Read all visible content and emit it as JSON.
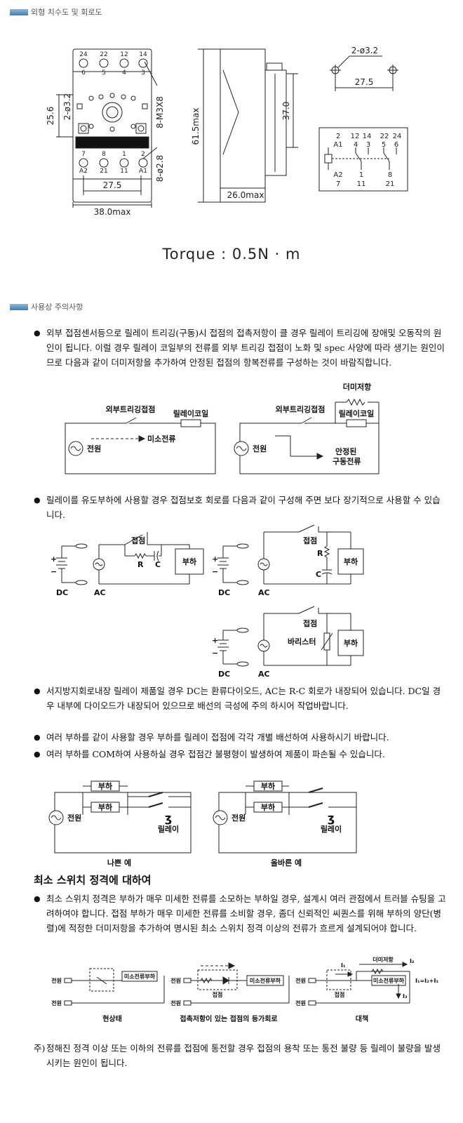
{
  "sections": {
    "dimension_title": "외형 치수도 및 회로도",
    "caution_title": "사용상 주의사항"
  },
  "dimensions": {
    "top_pins": [
      "24",
      "22",
      "12",
      "14"
    ],
    "top_pin_nums": [
      "6",
      "5",
      "4",
      "3"
    ],
    "bottom_pins": [
      "A2",
      "21",
      "11",
      "A1"
    ],
    "bottom_pin_nums": [
      "7",
      "8",
      "1",
      "2"
    ],
    "screw_label": "8-M3X8",
    "hole_label": "8-ø2.8",
    "left_hole": "2-ø3.2",
    "height_small": "25.6",
    "pitch": "27.5",
    "width_max": "38.0max",
    "height_max": "61.5max",
    "depth_max": "26.0max",
    "side_height": "37.0",
    "mount_holes": "2-ø3.2",
    "mount_pitch": "27.5"
  },
  "schematic": {
    "top_labels": [
      "2",
      "12",
      "14",
      "22",
      "24"
    ],
    "a1": "A1",
    "mid_labels": [
      "4",
      "3",
      "5",
      "6"
    ],
    "a2": "A2",
    "bottom_labels": [
      "1",
      "8"
    ],
    "bottom_nums": [
      "7",
      "11",
      "21"
    ]
  },
  "torque": "Torque : 0.5N · m",
  "paragraphs": {
    "p1": "외부 접점센서등으로 릴레이 트리깅(구동)시 접점의 접촉저항이 클 경우 릴레이 트리깅에 장애및 오동작의 원인이 됩니다. 이럴 경우 릴레이 코일부의 전류를 외부 트리깅 접점이 노화 및 spec 사양에 따라 생기는 원인이므로 다음과 같이 더미저항을 추가하여 안정된 접점의 항복전류를 구성하는 것이 바람직합니다.",
    "p2": "릴레이를 유도부하에 사용할 경우 접점보호 회로를 다음과 같이 구성해 주면 보다 장기적으로 사용할 수 있습니다.",
    "p3": "서지방지회로내장 릴레이 제품일 경우 DC는 환류다이오드, AC는 R-C 회로가 내장되어 있습니다. DC일 경우 내부에 다이오드가 내장되어 있으므로 배선의 극성에 주의 하시어 작업바랍니다.",
    "p4": "여러 부하를 같이 사용할 경우 부하를 릴레이 접점에 각각 개별 배선하여 사용하시기 바랍니다.",
    "p5": "여러 부하를 COM하여 사용하실 경우 접점간 불평형이 발생하여 제품이 파손될 수 있습니다.",
    "p6": "최소 스위치 정격은 부하가 매우 미세한 전류를 소모하는 부하일 경우, 설계시 여러 관점에서 트러블 슈팅을 고려하여야 합니다. 접점 부하가 매우 미세한 전류를 소비할 경우, 좀더 신뢰적인 씨퀀스를 위해 부하의 양단(병렬)에 적정한 더미저항을 추가하여 명시된 최소 스위치 정격 이상의 전류가 흐르게 설계되어야 합니다.",
    "bullet": "●"
  },
  "heading_min_switch": "최소 스위치 정격에 대하여",
  "note": {
    "prefix": "주)",
    "text": "정해진 정격 이상 또는 이하의 전류를 접점에 통전할 경우 접점의 용착 또는 통전 불량 등 릴레이 불량을 발생시키는 원인이 됩니다."
  },
  "circuit1": {
    "ext_contact": "외부트리깅접점",
    "relay_coil": "릴레이코일",
    "power": "전원",
    "micro_current": "미소전류",
    "dummy_resistor": "더미저항",
    "stable": "안정된",
    "drive_current": "구동전류"
  },
  "circuit2": {
    "contact": "접점",
    "r": "R",
    "c": "C",
    "load": "부하",
    "dc": "DC",
    "ac": "AC",
    "plus": "+",
    "minus": "−",
    "varistor": "바리스터"
  },
  "circuit3": {
    "load": "부하",
    "power": "전원",
    "relay": "릴레이",
    "bad": "나쁜 예",
    "good": "올바른 예"
  },
  "circuit4": {
    "power": "전원",
    "micro_load": "미소전류부하",
    "contact": "접점",
    "dummy": "더미저항",
    "formula": "I₁=I₂+I₃",
    "i1": "I₁",
    "i2": "I₂",
    "i3": "I₃",
    "cap_now": "현상태",
    "cap_equiv": "접촉저항이 있는 접점의 등가회로",
    "cap_fix": "대책"
  },
  "colors": {
    "accent_bar": "#3f7fb6"
  }
}
